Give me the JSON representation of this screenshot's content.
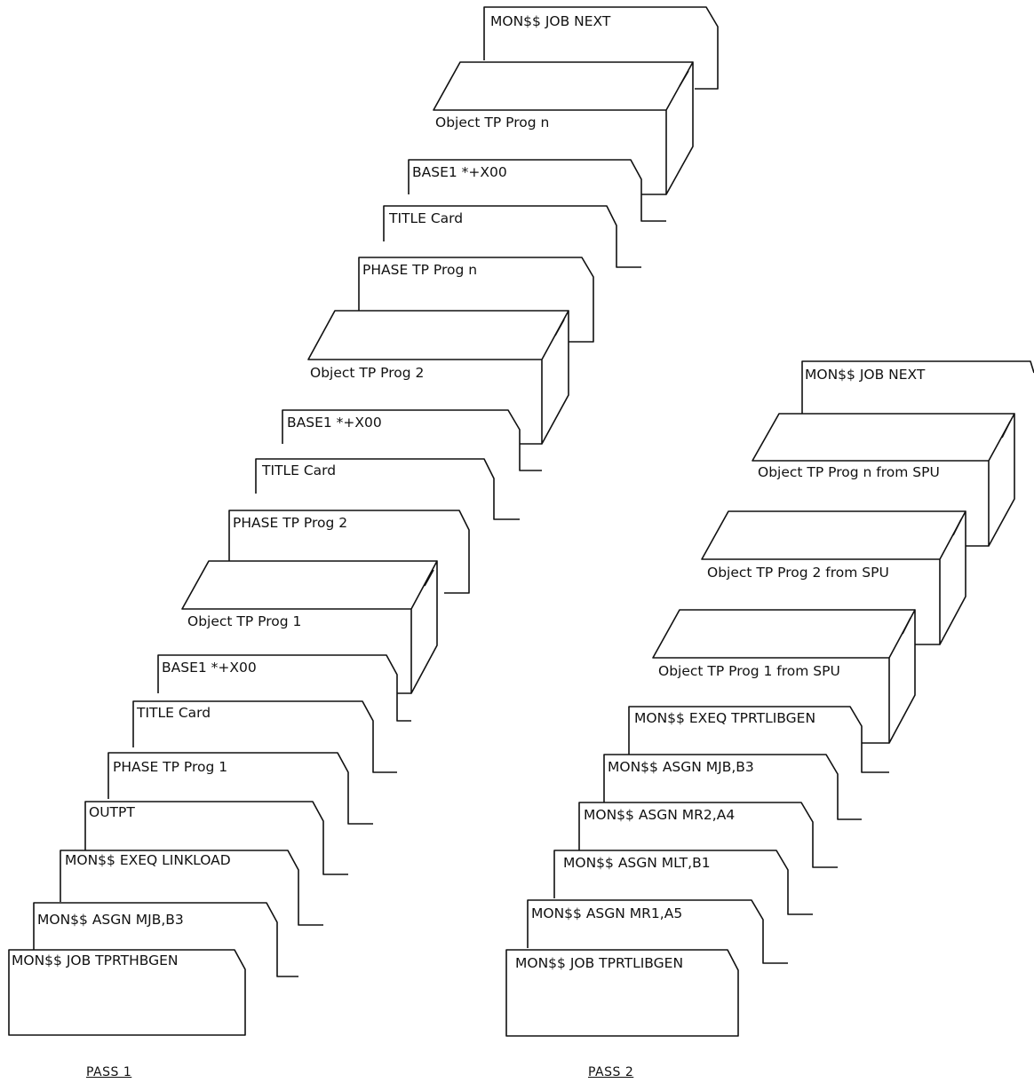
{
  "pass1": {
    "label": "PASS 1",
    "cards": [
      "MON$$ JOB NEXT",
      "Object TP Prog n",
      "BASE1 *+X00",
      "TITLE Card",
      "PHASE TP Prog n",
      "Object TP Prog 2",
      "BASE1 *+X00",
      "TITLE Card",
      "PHASE TP Prog 2",
      "Object TP Prog 1",
      "BASE1 *+X00",
      "TITLE Card",
      "PHASE TP Prog 1",
      "OUTPT",
      "MON$$ EXEQ LINKLOAD",
      "MON$$ ASGN  MJB,B3",
      "MON$$  JOB TPRTHBGEN"
    ]
  },
  "pass2": {
    "label": "PASS 2",
    "cards": [
      "MON$$  JOB NEXT",
      "Object TP Prog n  from SPU",
      "Object TP Prog 2  from SPU",
      "Object TP Prog 1 from SPU",
      "MON$$ EXEQ TPRTLIBGEN",
      "MON$$  ASGN  MJB,B3",
      "MON$$ ASGN MR2,A4",
      "MON$$ ASGN MLT,B1",
      "MON$$ ASGN  MR1,A5",
      "MON$$ JOB TPRTLIBGEN"
    ]
  }
}
